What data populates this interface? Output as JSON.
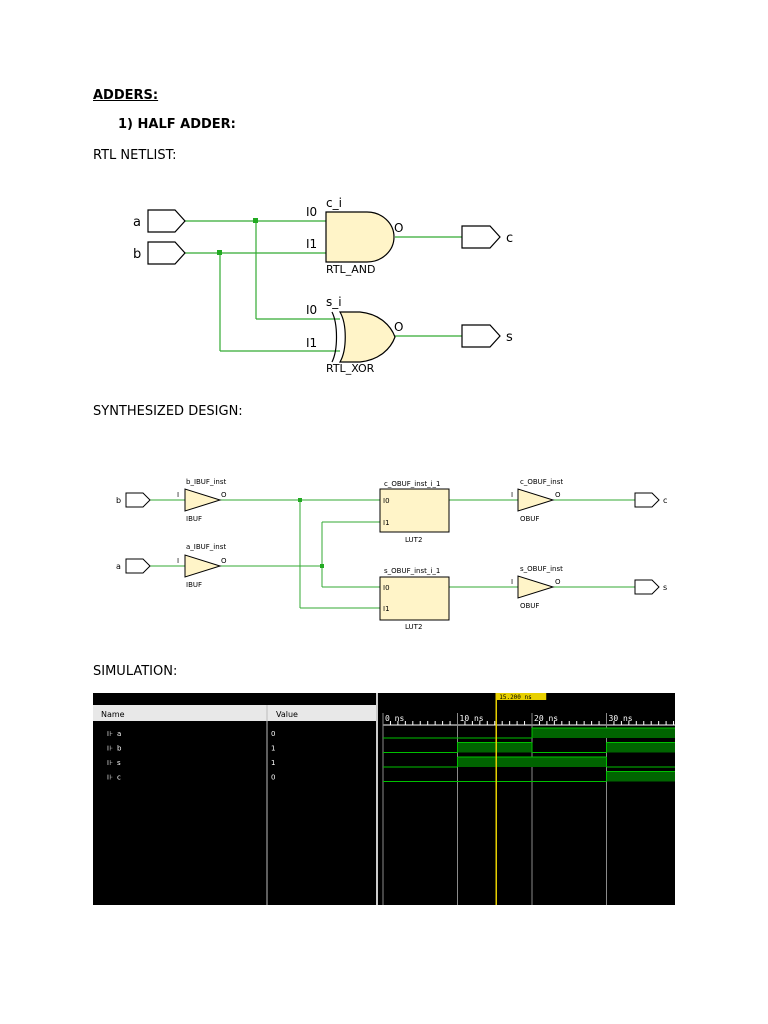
{
  "doc": {
    "title": "ADDERS:",
    "subtitle": "1) HALF ADDER:",
    "rtl_heading": "RTL NETLIST:",
    "synth_heading": "SYNTHESIZED DESIGN:",
    "sim_heading": "SIMULATION:"
  },
  "rtl": {
    "in_a": "a",
    "in_b": "b",
    "out_c": "c",
    "out_s": "s",
    "and_inst": "c_i",
    "and_type": "RTL_AND",
    "xor_inst": "s_i",
    "xor_type": "RTL_XOR",
    "pin_i0": "I0",
    "pin_i1": "I1",
    "pin_o": "O"
  },
  "synth": {
    "in_b": "b",
    "in_a": "a",
    "out_c": "c",
    "out_s": "s",
    "b_ibuf": "b_IBUF_inst",
    "a_ibuf": "a_IBUF_inst",
    "ibuf": "IBUF",
    "c_lut": "c_OBUF_inst_i_1",
    "s_lut": "s_OBUF_inst_i_1",
    "lut2": "LUT2",
    "c_obuf": "c_OBUF_inst",
    "s_obuf": "s_OBUF_inst",
    "obuf": "OBUF",
    "pin_i": "I",
    "pin_o": "O",
    "pin_i0": "I0",
    "pin_i1": "I1"
  },
  "sim": {
    "col_name": "Name",
    "col_value": "Value",
    "cursor_label": "15.200 ns",
    "ticks": [
      "0 ns",
      "10 ns",
      "20 ns",
      "30 ns"
    ],
    "signals": [
      {
        "name": "a",
        "value": "0",
        "levels": [
          0,
          0,
          1,
          1
        ]
      },
      {
        "name": "b",
        "value": "1",
        "levels": [
          0,
          1,
          0,
          1
        ]
      },
      {
        "name": "s",
        "value": "1",
        "levels": [
          0,
          1,
          1,
          0
        ]
      },
      {
        "name": "c",
        "value": "0",
        "levels": [
          0,
          0,
          0,
          1
        ]
      }
    ],
    "colors": {
      "bg": "#000000",
      "wave": "#00c000",
      "bus_fill": "#006400",
      "cursor": "#e8d000",
      "header": "#e8e8e8"
    }
  }
}
